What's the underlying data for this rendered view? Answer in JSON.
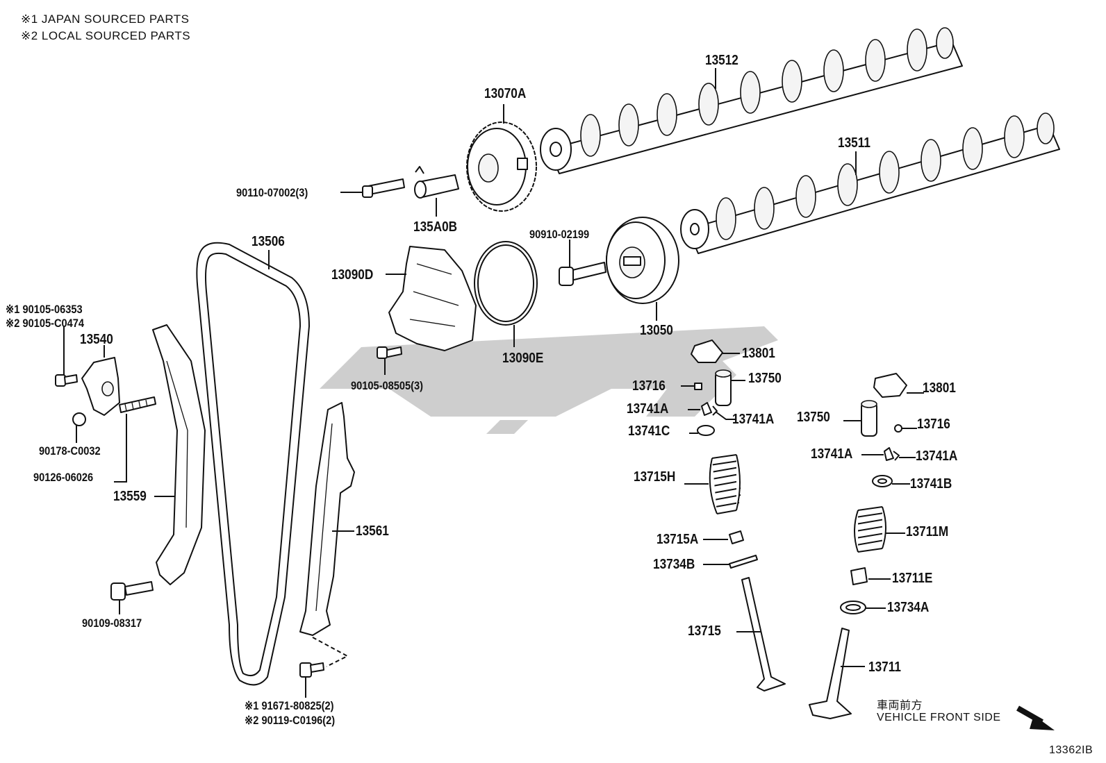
{
  "notes": {
    "line1": "※1 JAPAN SOURCED PARTS",
    "line2": "※2 LOCAL SOURCED PARTS"
  },
  "parts": {
    "p13512": "13512",
    "p13070A": "13070A",
    "p13511": "13511",
    "p90110": "90110-07002(3)",
    "p135A0B": "135A0B",
    "p90910": "90910-02199",
    "p13506": "13506",
    "p13090D": "13090D",
    "p13050": "13050",
    "p13090E": "13090E",
    "p90105_06353": "※1 90105-06353",
    "p90105_C0474": "※2 90105-C0474",
    "p13540": "13540",
    "p90105_08505": "90105-08505(3)",
    "p13801a": "13801",
    "p13750a": "13750",
    "p13716a": "13716",
    "p13801b": "13801",
    "p13741Aa": "13741A",
    "p13741Ab": "13741A",
    "p13741C": "13741C",
    "p13750b": "13750",
    "p13716b": "13716",
    "p90178": "90178-C0032",
    "p90126": "90126-06026",
    "p13741Ac": "13741A",
    "p13741Ad": "13741A",
    "p13741B": "13741B",
    "p13715H": "13715H",
    "p13559": "13559",
    "p13561": "13561",
    "p13715A": "13715A",
    "p13711M": "13711M",
    "p13734B": "13734B",
    "p13711E": "13711E",
    "p90109": "90109-08317",
    "p13734A": "13734A",
    "p13715": "13715",
    "p13711": "13711",
    "p91671": "※1 91671-80825(2)",
    "p90119": "※2 90119-C0196(2)"
  },
  "direction": {
    "jp": "車両前方",
    "en": "VEHICLE FRONT SIDE"
  },
  "figure_code": "13362IB"
}
